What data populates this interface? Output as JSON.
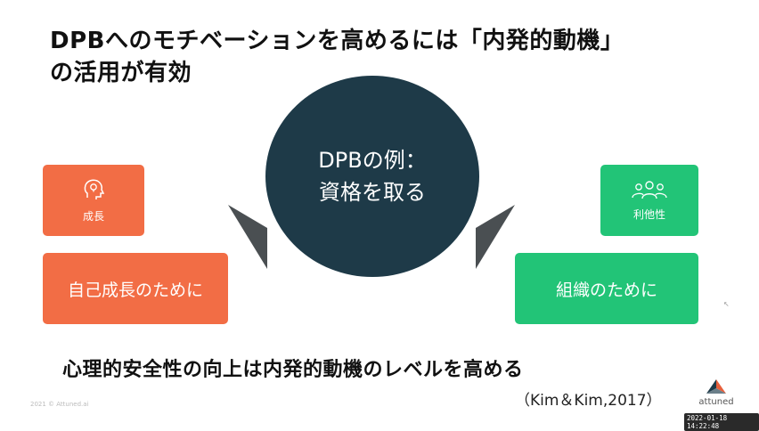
{
  "slide": {
    "title_line1": "DPBへのモチベーションを高めるには「内発的動機」",
    "title_line2": "の活用が有効",
    "center": {
      "line1": "DPBの例：",
      "line2": "資格を取る"
    },
    "left_small": {
      "icon": "head-lightbulb-icon",
      "label": "成長"
    },
    "left_big": {
      "label": "自己成長のために"
    },
    "right_small": {
      "icon": "group-people-icon",
      "label": "利他性"
    },
    "right_big": {
      "label": "組織のために"
    },
    "conclusion": "心理的安全性の向上は内発的動機のレベルを高める",
    "citation": "（Kim＆Kim,2017）",
    "copyright": "2021 © Attuned.ai",
    "logo_text": "attuned",
    "timestamp": "2022-01-18  14:22:48"
  },
  "colors": {
    "circle": "#1e3a48",
    "orange": "#f26d45",
    "green": "#22c477",
    "arrow": "#4a4f52"
  }
}
